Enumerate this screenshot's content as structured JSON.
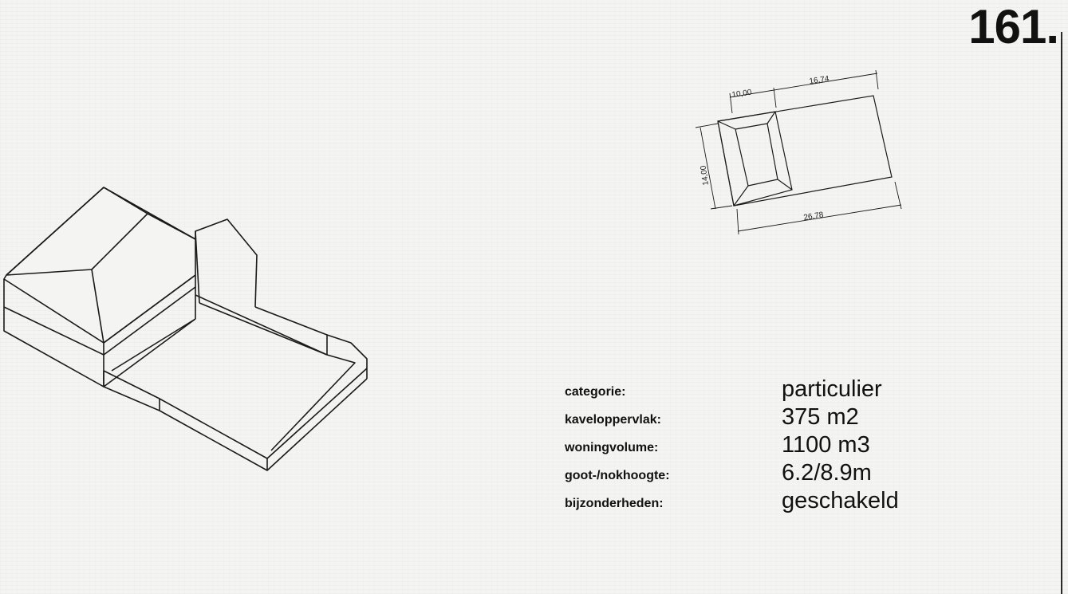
{
  "sheet": {
    "number": "161."
  },
  "site_plan": {
    "dimensions": {
      "house_width": "10,00",
      "garden_length": "16,74",
      "lot_depth": "14,00",
      "lot_length": "26,78"
    }
  },
  "specs": [
    {
      "label": "categorie:",
      "value": "particulier"
    },
    {
      "label": "kaveloppervlak:",
      "value": "375 m2"
    },
    {
      "label": "woningvolume:",
      "value": "1100 m3"
    },
    {
      "label": "goot-/nokhoogte:",
      "value": "6.2/8.9m"
    },
    {
      "label": "bijzonderheden:",
      "value": "geschakeld"
    }
  ]
}
